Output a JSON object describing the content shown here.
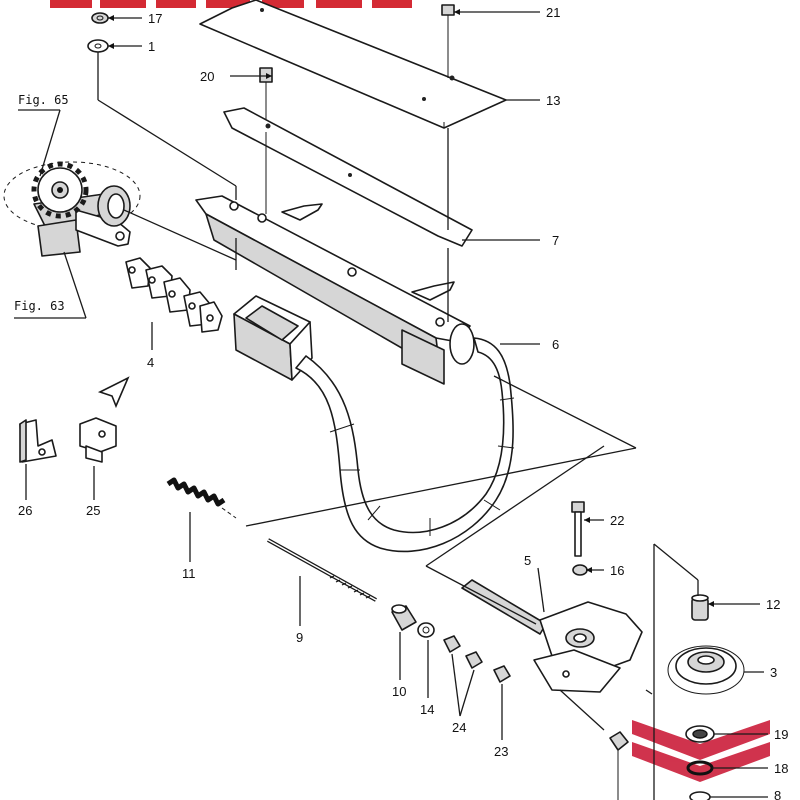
{
  "colors": {
    "line": "#1a1a1a",
    "watermark": "#d42a34",
    "chevron": "#c8102e"
  },
  "figure_refs": {
    "fig65": "Fig. 65",
    "fig63": "Fig. 63"
  },
  "callouts": {
    "c1": "1",
    "c3": "3",
    "c4": "4",
    "c5": "5",
    "c6": "6",
    "c7": "7",
    "c8": "8",
    "c9": "9",
    "c10": "10",
    "c11": "11",
    "c12": "12",
    "c13": "13",
    "c14": "14",
    "c16": "16",
    "c17": "17",
    "c18": "18",
    "c19": "19",
    "c20": "20",
    "c21": "21",
    "c22": "22",
    "c23": "23",
    "c24": "24",
    "c25": "25",
    "c26": "26"
  },
  "decorations": {
    "top_watermark": "red-logo-watermark",
    "chevrons": "red-chevron-watermark",
    "arrow": "direction-arrow-icon"
  }
}
